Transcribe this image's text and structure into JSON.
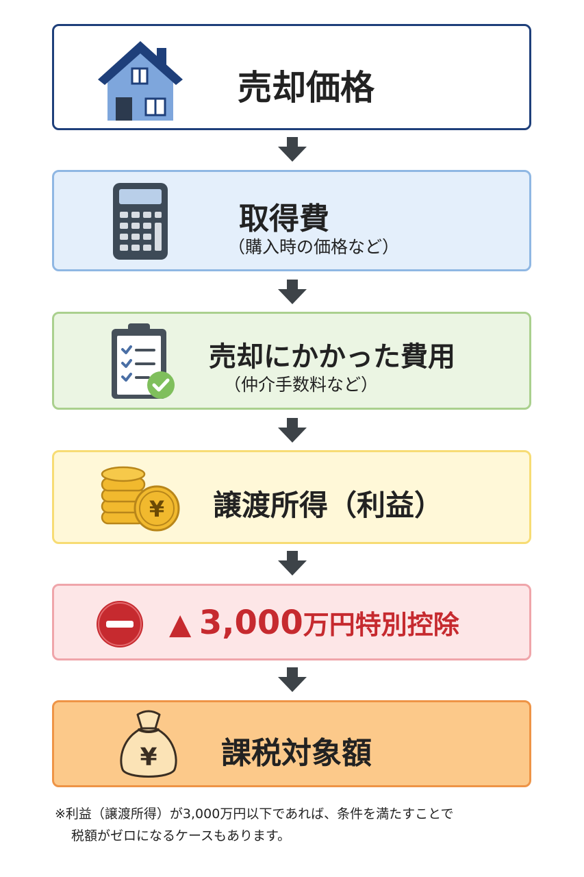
{
  "steps": [
    {
      "title": "売却価格",
      "icon": "house-icon"
    },
    {
      "title": "取得費",
      "subtitle": "（購入時の価格など）",
      "icon": "calculator-icon"
    },
    {
      "title": "売却にかかった費用",
      "subtitle": "（仲介手数料など）",
      "icon": "checklist-icon"
    },
    {
      "title": "譲渡所得（利益）",
      "icon": "yen-coins-icon"
    },
    {
      "title": "▲ 3,000万円特別控除",
      "title_prefix": "▲",
      "title_number": "3,000",
      "title_suffix": "万円特別控除",
      "icon": "minus-circle-icon"
    },
    {
      "title": "課税対象額",
      "icon": "yen-money-bag-icon"
    }
  ],
  "note": {
    "line1": "※利益（譲渡所得）が3,000万円以下であれば、条件を満たすことで",
    "line2": "税額がゼロになるケースもあります。"
  },
  "colors": {
    "navy": "#1e3f7a",
    "blue_box": "#e4effb",
    "green_box": "#ebf5e3",
    "yellow_box": "#fff8d8",
    "red_box": "#fde6e7",
    "orange_box": "#fcc98a",
    "deduction_red": "#c62a2f",
    "arrow": "#3d4348"
  }
}
